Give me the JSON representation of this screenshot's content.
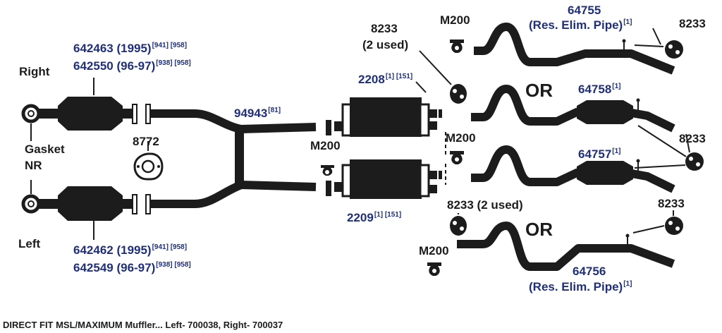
{
  "labels": {
    "right_cat_1": {
      "text": "642463 (1995)",
      "sup": "[941] [958]"
    },
    "right_cat_2": {
      "text": "642550 (96-97)",
      "sup": "[938] [958]"
    },
    "right": "Right",
    "gasket": "Gasket",
    "nr": "NR",
    "left": "Left",
    "gasket_part": "8772",
    "left_cat_1": {
      "text": "642462 (1995)",
      "sup": "[941] [958]"
    },
    "left_cat_2": {
      "text": "642549 (96-97)",
      "sup": "[938] [958]"
    },
    "y_pipe": {
      "text": "94943",
      "sup": "[81]"
    },
    "clamp_left": "M200",
    "clamp_mid": "M200",
    "clamp_top": "M200",
    "clamp_bottom": "M200",
    "muffler_upper": {
      "text": "2208",
      "sup": "[1] [151]"
    },
    "muffler_lower": {
      "text": "2209",
      "sup": "[1] [151]"
    },
    "hanger_upper_1": "8233",
    "hanger_upper_2": "(2 used)",
    "hanger_lower": "8233 (2 used)",
    "hanger_tr": "8233",
    "hanger_mr": "8233",
    "hanger_br": "8233",
    "pipe_64755": {
      "text": "64755"
    },
    "pipe_64755_sub": {
      "text": "(Res. Elim. Pipe)",
      "sup": "[1]"
    },
    "pipe_64758": {
      "text": "64758",
      "sup": "[1]"
    },
    "pipe_64757": {
      "text": "64757",
      "sup": "[1]"
    },
    "pipe_64756": {
      "text": "64756"
    },
    "pipe_64756_sub": {
      "text": "(Res. Elim. Pipe)",
      "sup": "[1]"
    },
    "or_upper": "OR",
    "or_lower": "OR"
  },
  "footer": "DIRECT FIT MSL/MAXIMUM Muffler... Left- 700038, Right- 700037"
}
